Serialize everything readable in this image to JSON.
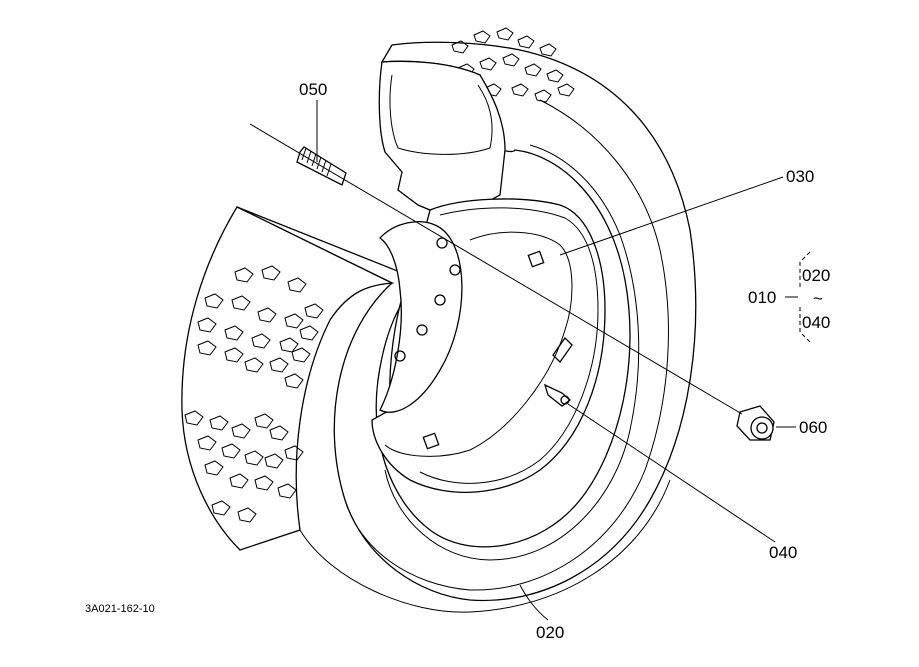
{
  "diagram": {
    "figure_code": "3A021-162-10",
    "colors": {
      "line": "#000000",
      "background": "#ffffff"
    },
    "callouts": {
      "c050": "050",
      "c030": "030",
      "c010": "010",
      "c020_range": "020",
      "tilde": "~",
      "c040_range": "040",
      "c060": "060",
      "c040": "040",
      "c020": "020"
    }
  }
}
